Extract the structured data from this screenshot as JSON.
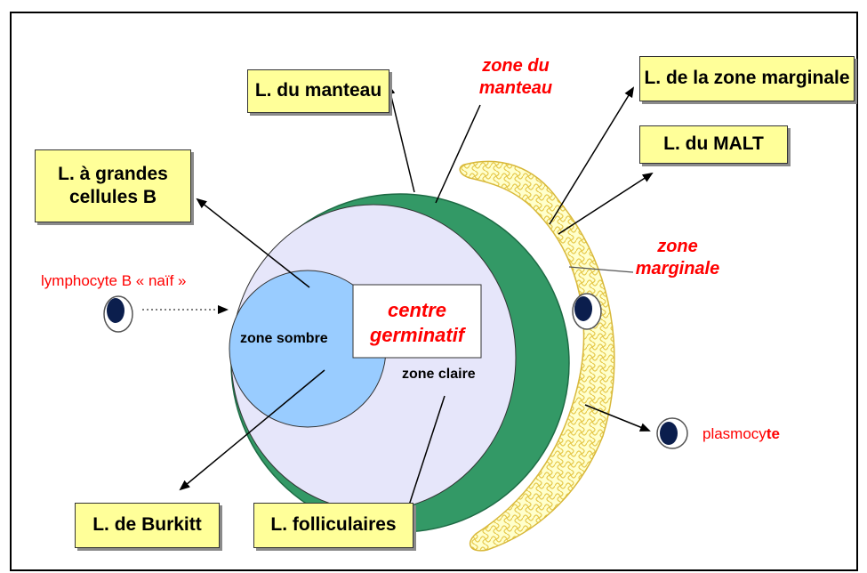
{
  "boxes": {
    "manteau": "L. du manteau",
    "zone_marginale": "L. de la zone marginale",
    "malt": "L. du MALT",
    "grandes_cellules": "L.  à grandes\ncellules B",
    "burkitt": "L. de Burkitt",
    "folliculaires": "L. folliculaires"
  },
  "zones": {
    "manteau": "zone du\nmanteau",
    "marginale": "zone\nmarginale",
    "centre_germinatif": "centre\ngerminatif",
    "sombre": "zone sombre",
    "claire": "zone claire"
  },
  "cells": {
    "lymphocyte_naif": "lymphocyte B « naïf »",
    "plasmocyte_prefix": "plasmocy",
    "plasmocyte_suffix": "te"
  },
  "colors": {
    "mantle": "#339966",
    "light_zone": "#e6e6fa",
    "dark_zone": "#99ccff",
    "box_fill": "#ffff99",
    "red_text": "#ff0000"
  }
}
